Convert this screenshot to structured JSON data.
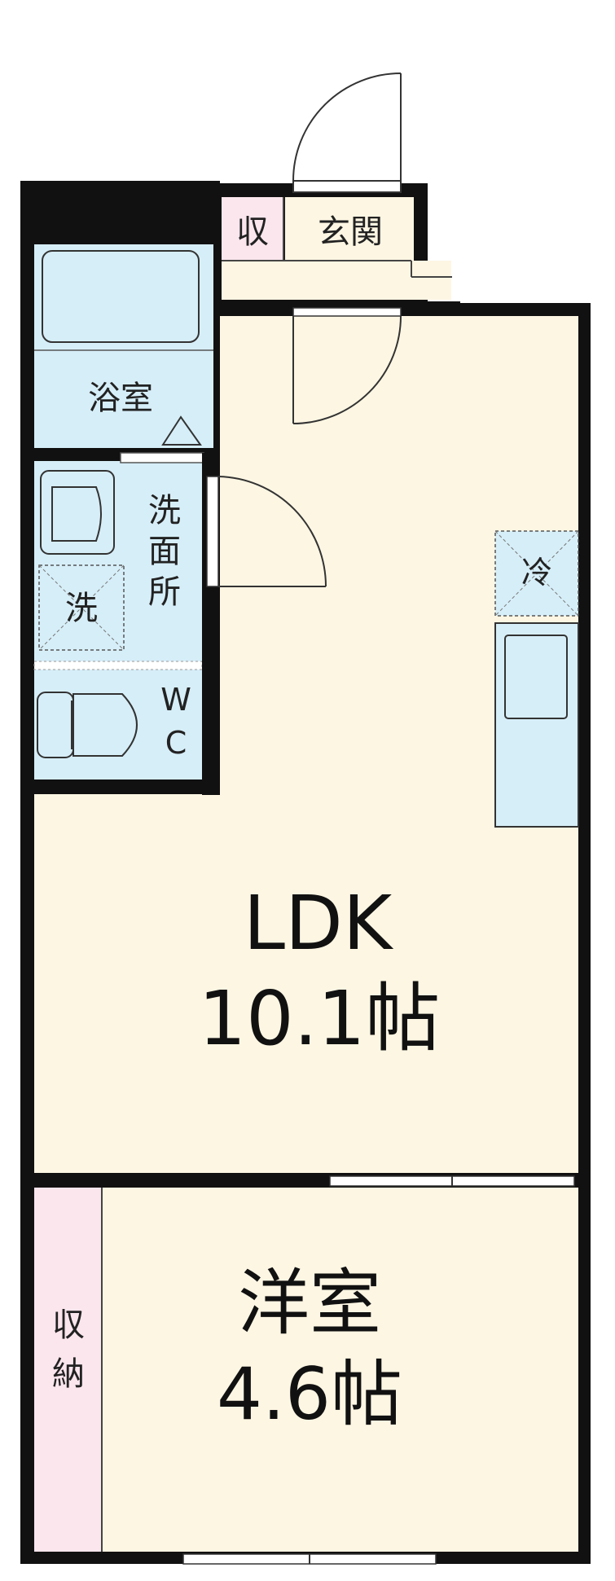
{
  "rooms": {
    "storage_entry": "収",
    "entrance": "玄関",
    "bath": "浴室",
    "washroom": [
      "洗",
      "面",
      "所"
    ],
    "washer": "洗",
    "wc": [
      "W",
      "C"
    ],
    "fridge": "冷",
    "ldk_name": "LDK",
    "ldk_size": "10.1帖",
    "western_name": "洋室",
    "western_size": "4.6帖",
    "closet": [
      "収",
      "納"
    ]
  },
  "colors": {
    "wall": "#111111",
    "room_floor": "#fdf6e3",
    "wet_area": "#d6eef8",
    "storage": "#fbe6ee",
    "window": "#ffffff"
  }
}
